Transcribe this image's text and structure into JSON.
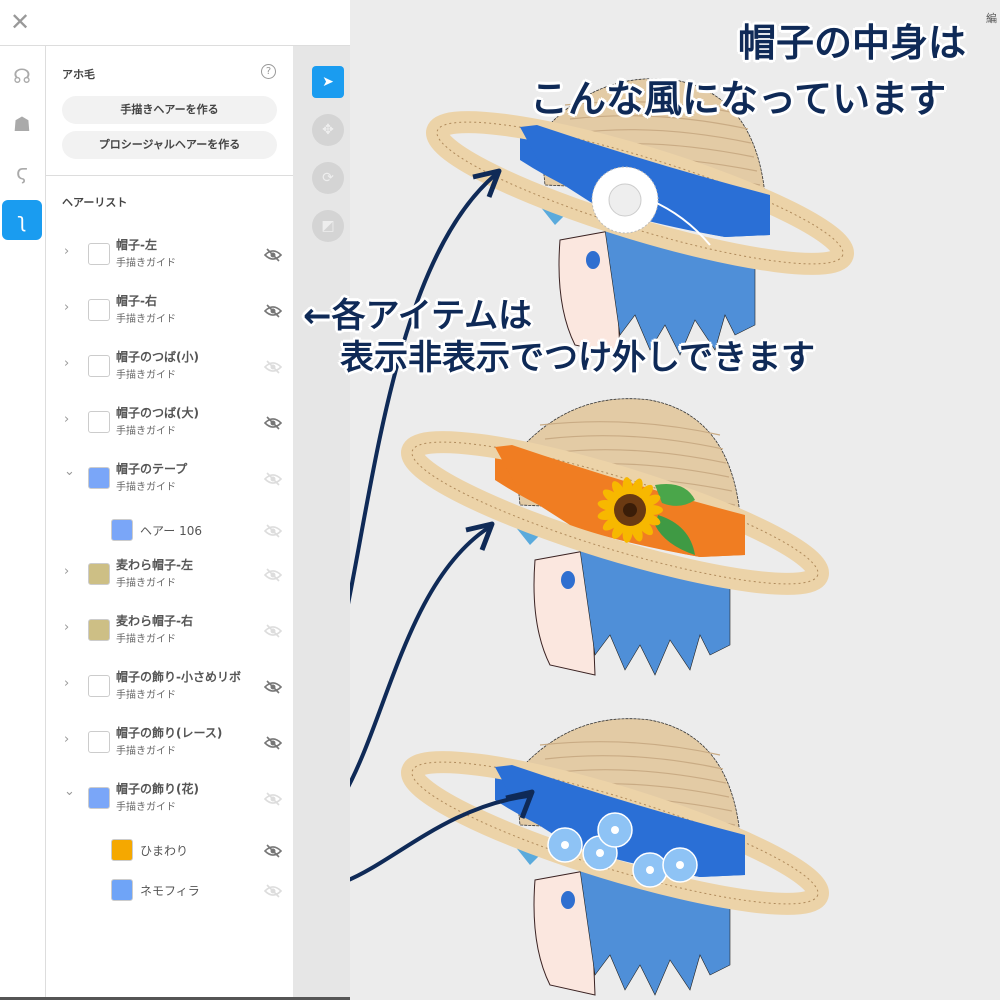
{
  "topbar": {
    "close_icon": "close-icon",
    "close_glyph": "✕"
  },
  "rail": [
    {
      "icon": "head-icon"
    },
    {
      "icon": "back-hair-icon"
    },
    {
      "icon": "side-hair-icon"
    },
    {
      "icon": "ahoge-icon",
      "active": true
    }
  ],
  "tools": [
    {
      "icon": "select-arrow-icon",
      "glyph": "➤",
      "active": true
    },
    {
      "icon": "move-icon",
      "glyph": "✥"
    },
    {
      "icon": "rotate-icon",
      "glyph": "⟳"
    },
    {
      "icon": "scale-icon",
      "glyph": "◩"
    }
  ],
  "panel": {
    "section_title": "アホ毛",
    "help_glyph": "?",
    "btn_handdrawn": "手描きヘアーを作る",
    "btn_procedural": "プロシージャルヘアーを作る",
    "list_title": "ヘアーリスト",
    "items": [
      {
        "name": "帽子-左",
        "sub": "手描きガイド",
        "chevron": "›",
        "color": "#ffffff",
        "hidden": true
      },
      {
        "name": "帽子-右",
        "sub": "手描きガイド",
        "chevron": "›",
        "color": "#ffffff",
        "hidden": true
      },
      {
        "name": "帽子のつば(小)",
        "sub": "手描きガイド",
        "chevron": "›",
        "color": "#ffffff",
        "hidden": false
      },
      {
        "name": "帽子のつば(大)",
        "sub": "手描きガイド",
        "chevron": "›",
        "color": "#ffffff",
        "hidden": true
      },
      {
        "name": "帽子のテープ",
        "sub": "手描きガイド",
        "chevron": "⌄",
        "color": "#7aa6f8",
        "hidden": false
      },
      {
        "name": "ヘアー 106",
        "child": true,
        "color": "#7aa6f8",
        "hidden": false
      },
      {
        "name": "麦わら帽子-左",
        "sub": "手描きガイド",
        "chevron": "›",
        "color": "#cdbf85",
        "hidden": false
      },
      {
        "name": "麦わら帽子-右",
        "sub": "手描きガイド",
        "chevron": "›",
        "color": "#cdbf85",
        "hidden": false
      },
      {
        "name": "帽子の飾り-小さめリボ",
        "sub": "手描きガイド",
        "chevron": "›",
        "color": "#ffffff",
        "hidden": true
      },
      {
        "name": "帽子の飾り(レース)",
        "sub": "手描きガイド",
        "chevron": "›",
        "color": "#ffffff",
        "hidden": true
      },
      {
        "name": "帽子の飾り(花)",
        "sub": "手描きガイド",
        "chevron": "⌄",
        "color": "#7aa6f8",
        "hidden": false
      },
      {
        "name": "ひまわり",
        "child": true,
        "color": "#f5a800",
        "hidden": true
      },
      {
        "name": "ネモフィラ",
        "child": true,
        "color": "#6fa4f7",
        "hidden": false
      }
    ]
  },
  "annotations": {
    "line1": "帽子の中身は",
    "line2": "こんな風になっています",
    "line3": "←各アイテムは",
    "line4": "表示非表示でつけ外しできます",
    "corner_text": "編"
  },
  "colors": {
    "accent": "#1a9cf0",
    "annotation": "#0f2a57",
    "band_blue": "#2a6fd6",
    "band_orange": "#f07d22",
    "straw": "#ecd3a8"
  }
}
